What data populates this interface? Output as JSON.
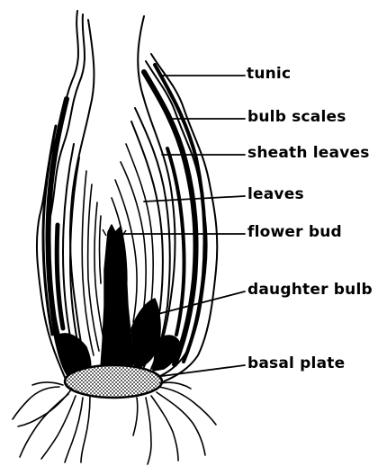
{
  "diagram": {
    "ink_color": "#000000",
    "background_color": "#ffffff",
    "basal_plate_fill": "stippled",
    "labels": {
      "tunic": "tunic",
      "bulb_scales": "bulb scales",
      "sheath_leaves": "sheath leaves",
      "leaves": "leaves",
      "flower_bud": "flower bud",
      "daughter_bulb": "daughter bulb",
      "basal_plate": "basal plate"
    }
  }
}
